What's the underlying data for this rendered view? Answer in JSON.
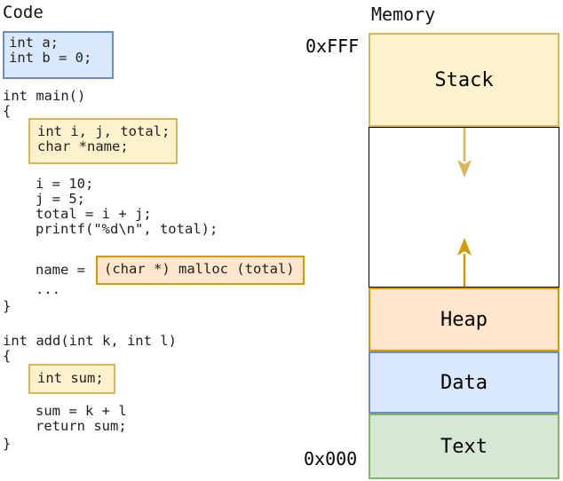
{
  "code_panel": {
    "title": "Code",
    "globals_box": {
      "text": "int a;\nint b = 0;"
    },
    "main_header": "int main()\n{",
    "locals_box": {
      "text": "int i, j, total;\nchar *name;"
    },
    "main_body": "i = 10;\nj = 5;\ntotal = i + j;\nprintf(\"%d\\n\", total);",
    "name_assign_prefix": "name = ",
    "malloc_box": {
      "text": "(char *) malloc (total)"
    },
    "ellipsis": "...",
    "main_close": "}",
    "add_header": "int add(int k, int l)\n{",
    "sum_box": {
      "text": "int sum;"
    },
    "add_body": "sum = k + l\nreturn sum;",
    "add_close": "}"
  },
  "memory_panel": {
    "title": "Memory",
    "top_address": "0xFFF",
    "bottom_address": "0x000",
    "segments": {
      "stack": {
        "label": "Stack",
        "fill": "#FFF2CC",
        "stroke": "#D6B656"
      },
      "free": {
        "label": "",
        "fill": "#FFFFFF",
        "stroke": "#000000"
      },
      "heap": {
        "label": "Heap",
        "fill": "#FFE6CC",
        "stroke": "#D79B00"
      },
      "data": {
        "label": "Data",
        "fill": "#DAE8FC",
        "stroke": "#6C8EBF"
      },
      "text": {
        "label": "Text",
        "fill": "#D5E8D4",
        "stroke": "#82B366"
      }
    },
    "arrows": {
      "stack_growth": {
        "direction": "down",
        "color": "#D6B656"
      },
      "heap_growth": {
        "direction": "up",
        "color": "#D79B00"
      }
    }
  },
  "highlight_colors": {
    "globals": {
      "fill": "#DAE8FC",
      "stroke": "#6C8EBF"
    },
    "stack_vars": {
      "fill": "#FFF2CC",
      "stroke": "#D6B656"
    },
    "heap_alloc": {
      "fill": "#FFE6CC",
      "stroke": "#D79B00"
    }
  }
}
